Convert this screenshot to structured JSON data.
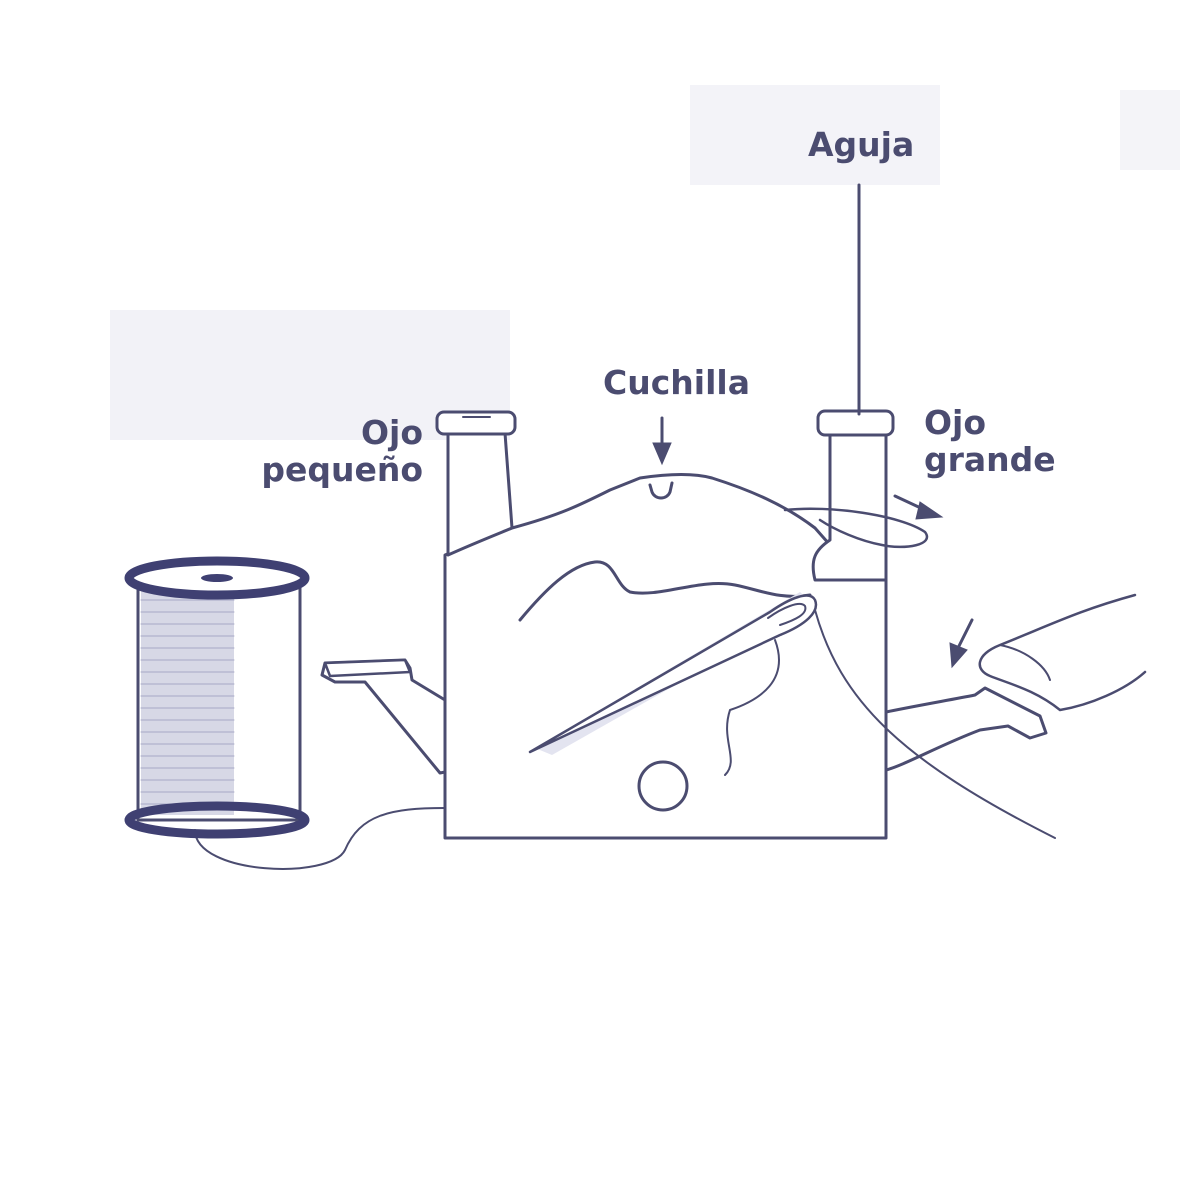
{
  "labels": {
    "aguja": "Aguja",
    "cuchilla": "Cuchilla",
    "ojo_pequeno_line1": "Ojo",
    "ojo_pequeno_line2": "pequeño",
    "ojo_grande_line1": "Ojo",
    "ojo_grande_line2": "grande"
  },
  "colors": {
    "line": "#4b4c70",
    "fill": "#ffffff",
    "spool_dark": "#3f4072",
    "shadow": "#ecedf4"
  }
}
